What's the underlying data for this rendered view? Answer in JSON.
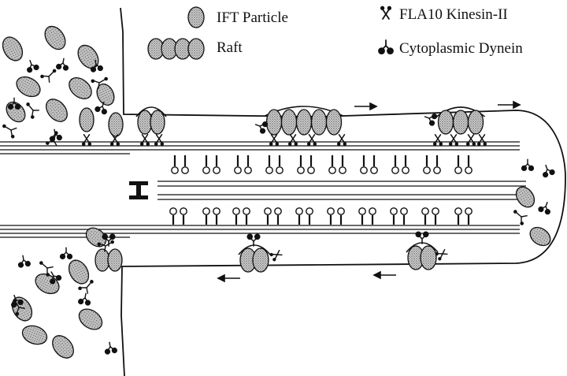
{
  "legend": {
    "ift_particle": "IFT Particle",
    "raft": "Raft",
    "kinesin": "FLA10 Kinesin-II",
    "dynein": "Cytoplasmic Dynein"
  },
  "icons": {
    "ift_particle": "stippled-oval-icon",
    "raft": "stippled-oval-chain-icon",
    "kinesin": "kinesin-motor-icon",
    "dynein": "dynein-motor-icon",
    "arrow": "arrow-icon"
  },
  "colors": {
    "ink": "#111111",
    "stipple": "#9a9a9a",
    "background": "#ffffff"
  }
}
